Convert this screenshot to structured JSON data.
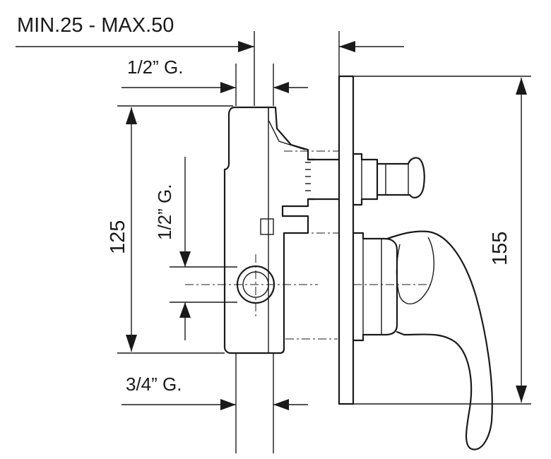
{
  "dimensions": {
    "wall_depth": "MIN.25 - MAX.50",
    "top_thread": "1/2” G.",
    "side_thread": "1/2” G.",
    "bottom_thread": "3/4” G.",
    "body_height": "125",
    "plate_height": "155"
  }
}
